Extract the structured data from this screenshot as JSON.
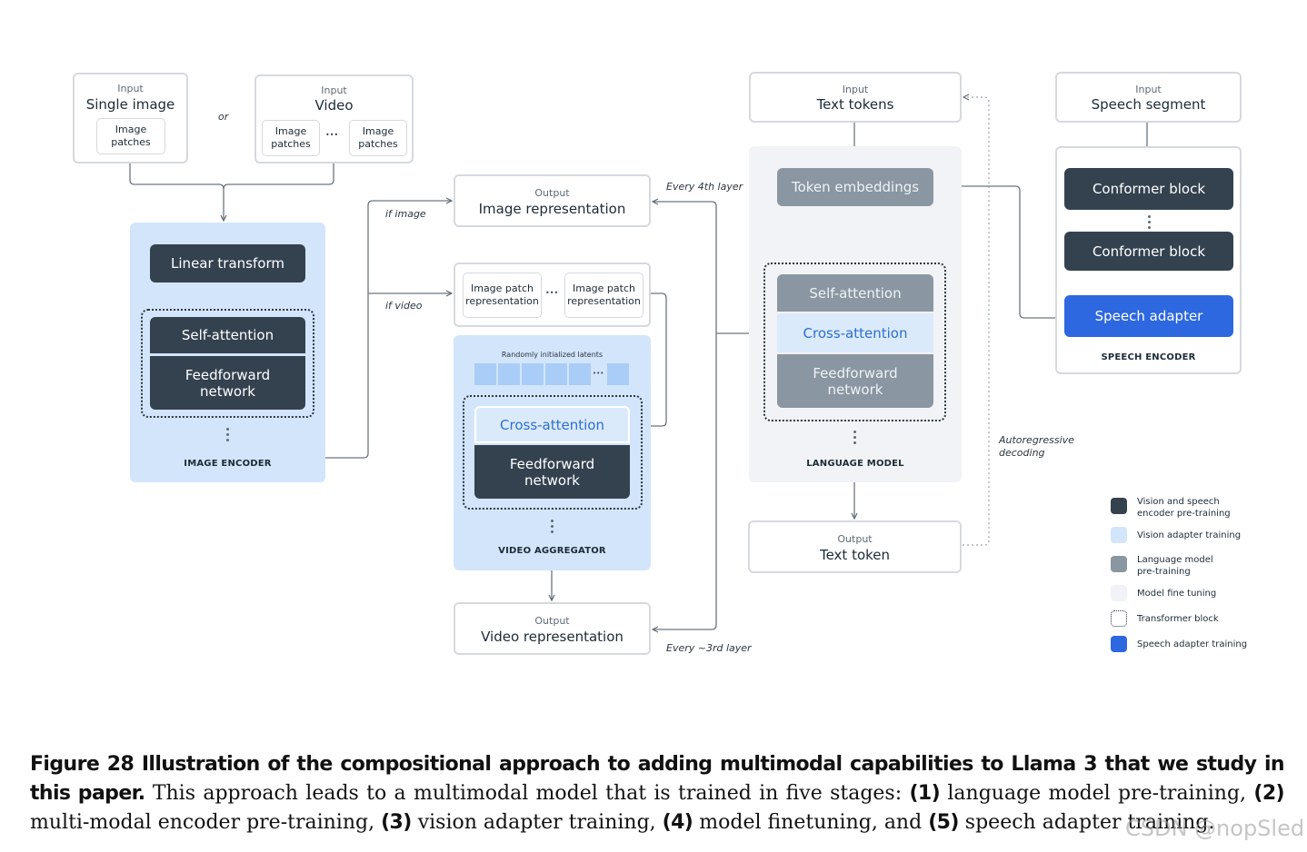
{
  "inputs": {
    "single_image": {
      "sub": "Input",
      "title": "Single image",
      "patch": "Image\npatches"
    },
    "or_label": "or",
    "video": {
      "sub": "Input",
      "title": "Video",
      "patch_left": "Image\npatches",
      "patch_right": "Image\npatches",
      "ellipsis": "•••"
    },
    "text_tokens": {
      "sub": "Input",
      "title": "Text tokens"
    },
    "speech_segment": {
      "sub": "Input",
      "title": "Speech segment"
    }
  },
  "image_encoder": {
    "linear": "Linear transform",
    "self_attention": "Self-attention",
    "ffn": "Feedforward\nnetwork",
    "label": "IMAGE ENCODER"
  },
  "routes": {
    "if_image": "if image",
    "if_video": "if video",
    "every_4th": "Every 4th layer",
    "every_3rd": "Every ~3rd layer",
    "autoregressive": "Autoregressive\ndecoding"
  },
  "image_rep": {
    "sub": "Output",
    "title": "Image representation"
  },
  "patch_reps": {
    "left": "Image patch\nrepresentation",
    "right": "Image patch\nrepresentation",
    "ellipsis": "•••"
  },
  "video_aggregator": {
    "latents_label": "Randomly initialized latents",
    "latents_ellipsis": "•••",
    "cross_attention": "Cross-attention",
    "ffn": "Feedforward\nnetwork",
    "label": "VIDEO AGGREGATOR"
  },
  "video_rep": {
    "sub": "Output",
    "title": "Video representation"
  },
  "language_model": {
    "token_embeddings": "Token embeddings",
    "self_attention": "Self-attention",
    "cross_attention": "Cross-attention",
    "ffn": "Feedforward\nnetwork",
    "label": "LANGUAGE MODEL"
  },
  "text_token_out": {
    "sub": "Output",
    "title": "Text token"
  },
  "speech_encoder": {
    "conformer1": "Conformer block",
    "conformer2": "Conformer block",
    "adapter": "Speech adapter",
    "label": "SPEECH ENCODER"
  },
  "legend": [
    {
      "text": "Vision and speech\nencoder pre-training",
      "color": "#344250",
      "style": "solid"
    },
    {
      "text": "Vision adapter training",
      "color": "#d3e5fb",
      "style": "solid"
    },
    {
      "text": "Language model\npre-training",
      "color": "#8a97a2",
      "style": "solid"
    },
    {
      "text": "Model fine tuning",
      "color": "#f2f3f6",
      "style": "solid"
    },
    {
      "text": "Transformer block",
      "color": "#2b3640",
      "style": "dotted"
    },
    {
      "text": "Speech adapter training",
      "color": "#2d68e0",
      "style": "solid"
    }
  ],
  "colors": {
    "dark_block": "#344250",
    "lm_block": "#8a97a2",
    "vision_adapter_bg": "#d3e5fb",
    "finetune_bg": "#f2f3f6",
    "speech_adapter": "#2d68e0",
    "cross_attention_text": "#2d6fd0"
  },
  "caption": {
    "bold_lead": "Figure 28  Illustration of the compositional approach to adding multimodal capabilities to Llama 3 that we study in this paper.",
    "text1": " This approach leads to a multimodal model that is trained in five stages: ",
    "s1": "(1)",
    "t1": " language model pre-training, ",
    "s2": "(2)",
    "t2": " multi-modal encoder pre-training, ",
    "s3": "(3)",
    "t3": " vision adapter training, ",
    "s4": "(4)",
    "t4": " model finetuning, and ",
    "s5": "(5)",
    "t5": " speech adapter training."
  },
  "watermark": "CSDN @nopSled"
}
